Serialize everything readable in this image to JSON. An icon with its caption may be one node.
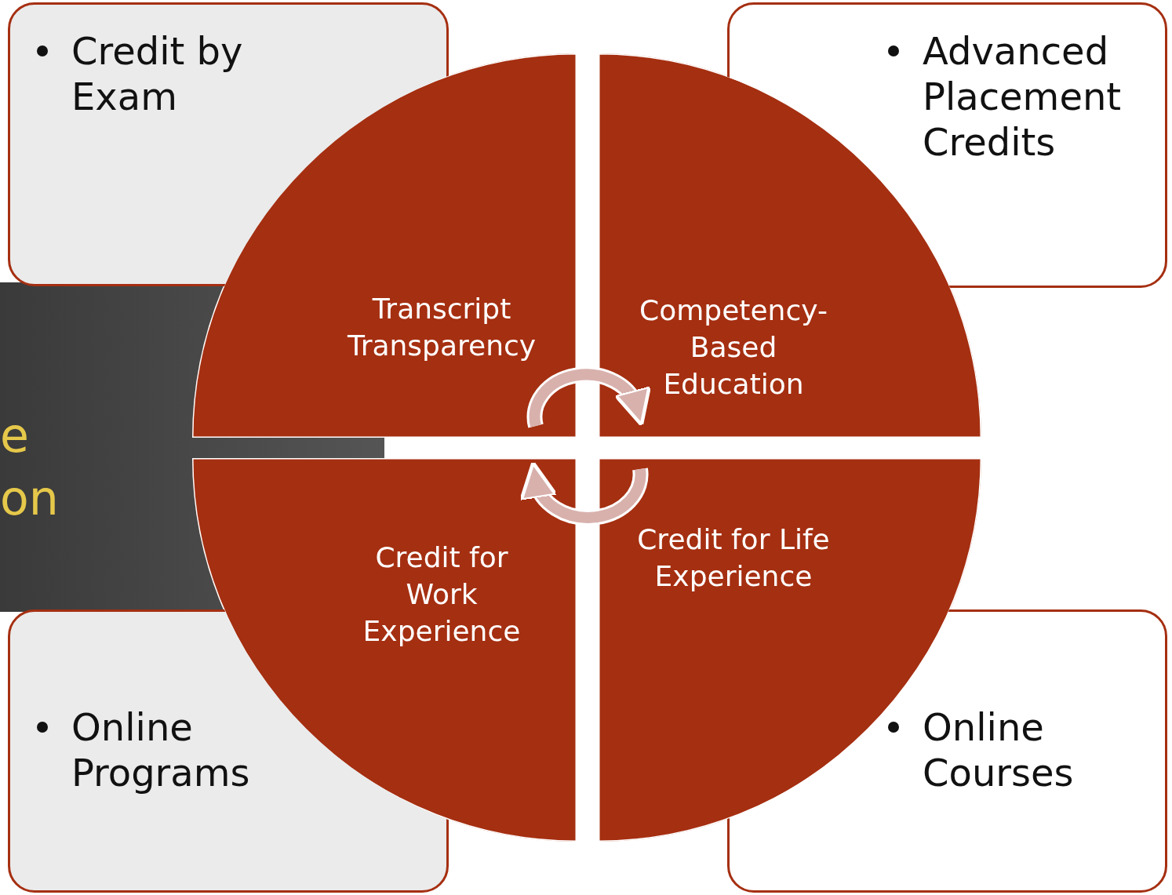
{
  "diagram": {
    "nodes": [
      {
        "text": [
          "Credit by Exam"
        ]
      },
      {
        "text": [
          "Advanced Placement Credits"
        ]
      },
      {
        "text": [
          "Online Programs"
        ]
      },
      {
        "text": [
          "Online Courses"
        ]
      },
      {
        "text": [
          "Transcript Transparency"
        ]
      },
      {
        "text": [
          "Competency-Based Education"
        ]
      },
      {
        "text": [
          "Credit for Work Experience"
        ]
      },
      {
        "text": [
          "Credit for Life Experience"
        ]
      }
    ],
    "edges": [
      {
        "from": 4,
        "to": 5,
        "arrow": "to"
      },
      {
        "from": 7,
        "to": 6,
        "arrow": "to"
      }
    ],
    "labels": [
      "e",
      "on"
    ]
  }
}
